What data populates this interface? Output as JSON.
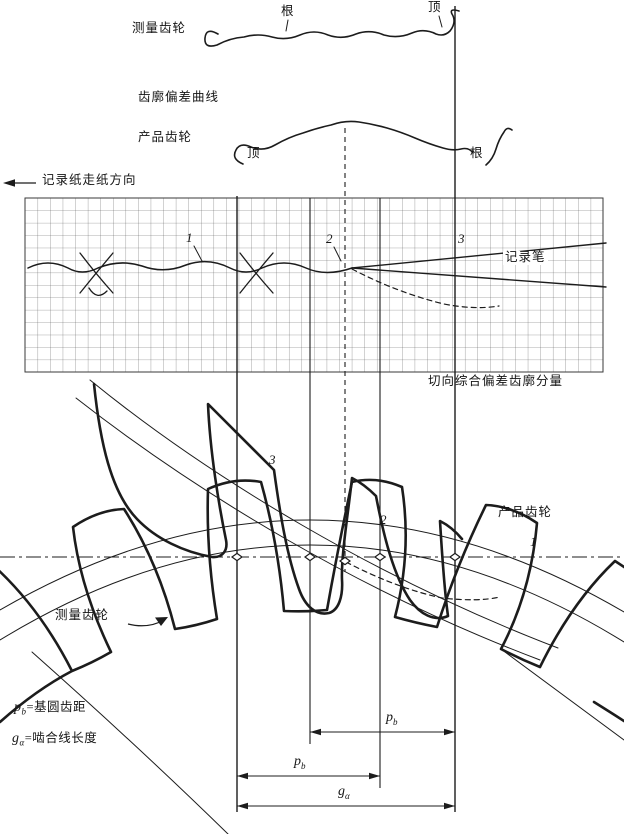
{
  "top": {
    "measuring_gear_label": "测量齿轮",
    "root_label": "根",
    "tip_label": "顶"
  },
  "mid": {
    "curve_label": "齿廓偏差曲线",
    "product_gear_label": "产品齿轮",
    "tip_label": "顶",
    "root_label": "根"
  },
  "recorder": {
    "direction_label": "记录纸走纸方向",
    "pen_label": "记录笔",
    "component_label": "切向综合偏差齿廓分量",
    "n1": "1",
    "n2": "2",
    "n3": "3"
  },
  "gears": {
    "product_label": "产品齿轮",
    "measuring_label": "测量齿轮",
    "n1": "1",
    "n2": "2",
    "n3": "3"
  },
  "legend": {
    "pb_sym": "p",
    "pb_sub": "b",
    "pb_rest": "=基圆齿距",
    "ga_sym": "g",
    "ga_sub": "α",
    "ga_rest": "=啮合线长度"
  },
  "dims": {
    "pb_sym": "p",
    "pb_sub": "b",
    "ga_sym": "g",
    "ga_sub": "α"
  },
  "colors": {
    "ink": "#1c1c1c",
    "grid_line": "#5a5a5a"
  }
}
